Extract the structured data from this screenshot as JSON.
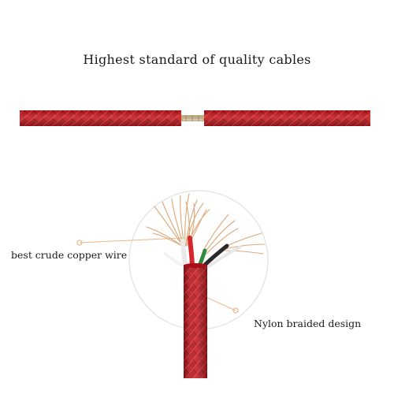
{
  "headline": "Highest standard of quality cables",
  "callouts": {
    "copper": "best crude copper wire",
    "nylon": "Nylon braided design"
  },
  "colors": {
    "braid_red": "#c8161b",
    "braid_dark": "#8f0c10",
    "copper": "#d9a877",
    "leader_line": "#f0b48a",
    "circle_outline": "#e6e6e6",
    "wire_red": "#d7262b",
    "wire_green": "#2e8a3c",
    "wire_white": "#f2f2f2",
    "wire_black": "#2a2a2a"
  }
}
